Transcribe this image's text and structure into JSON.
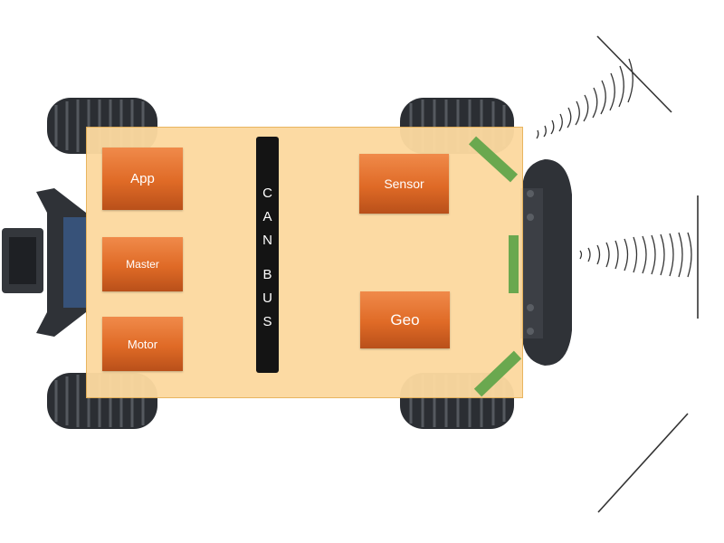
{
  "modules": {
    "app": "App",
    "master": "Master",
    "motor": "Motor",
    "sensor": "Sensor",
    "geo": "Geo"
  },
  "can_bus": {
    "letters": [
      "C",
      "A",
      "N",
      "B",
      "U",
      "S"
    ]
  },
  "colors": {
    "board": "#fcd9a0",
    "module_top": "#f08a4a",
    "module_bottom": "#b9501a",
    "bus": "#141414",
    "sensor_strip": "#6aa84f",
    "tire": "#2b2e33"
  }
}
